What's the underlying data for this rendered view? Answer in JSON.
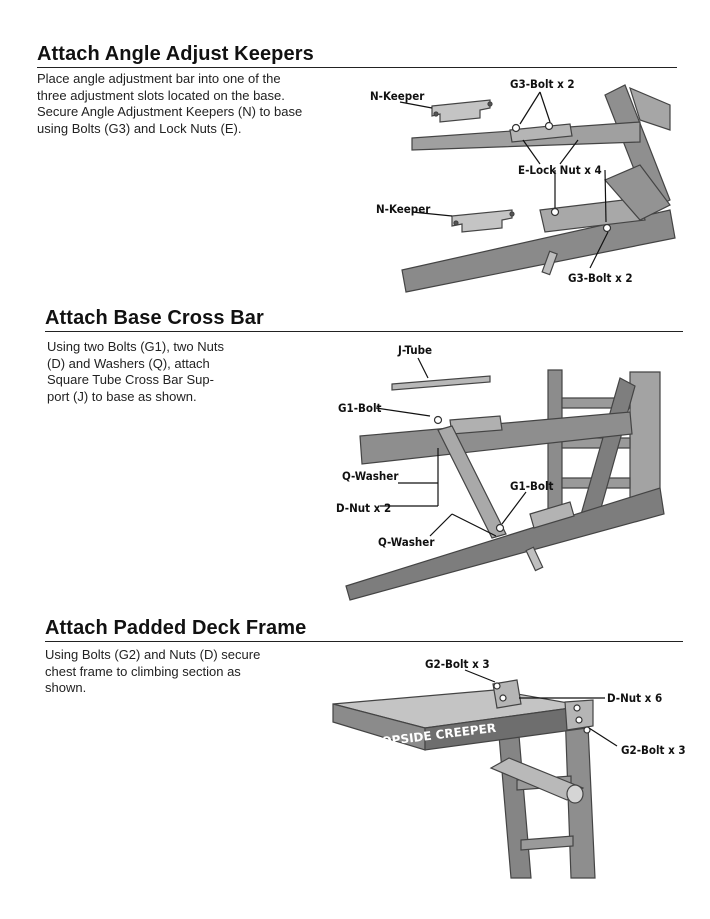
{
  "sections": [
    {
      "heading": "Attach Angle Adjust Keepers",
      "lines": [
        "Place angle adjustment bar into one of the",
        "three adjustment slots located on the base.",
        "Secure Angle Adjustment Keepers (N) to base",
        "using Bolts (G3) and Lock Nuts (E)."
      ],
      "callouts": {
        "n_keeper_top": "N-Keeper",
        "g3_bolt_top": "G3-Bolt x 2",
        "e_lock_nut": "E-Lock Nut x 4",
        "n_keeper_bottom": "N-Keeper",
        "g3_bolt_bottom": "G3-Bolt x 2"
      }
    },
    {
      "heading": "Attach Base Cross Bar",
      "lines": [
        "Using two Bolts (G1), two Nuts",
        "(D) and Washers (Q), attach",
        "Square Tube Cross Bar Sup-",
        "port (J) to base as shown."
      ],
      "callouts": {
        "j_tube": "J-Tube",
        "g1_bolt_left": "G1-Bolt",
        "q_washer_top": "Q-Washer",
        "g1_bolt_right": "G1-Bolt",
        "d_nut": "D-Nut x 2",
        "q_washer_bottom": "Q-Washer"
      }
    },
    {
      "heading": "Attach Padded Deck Frame",
      "lines": [
        "Using Bolts (G2) and Nuts (D) secure",
        "chest frame to climbing section as",
        "shown."
      ],
      "callouts": {
        "g2_bolt_top": "G2-Bolt x 3",
        "d_nut": "D-Nut x 6",
        "g2_bolt_right": "G2-Bolt x 3"
      },
      "frame_label": "TOPSIDE CREEPER"
    }
  ]
}
